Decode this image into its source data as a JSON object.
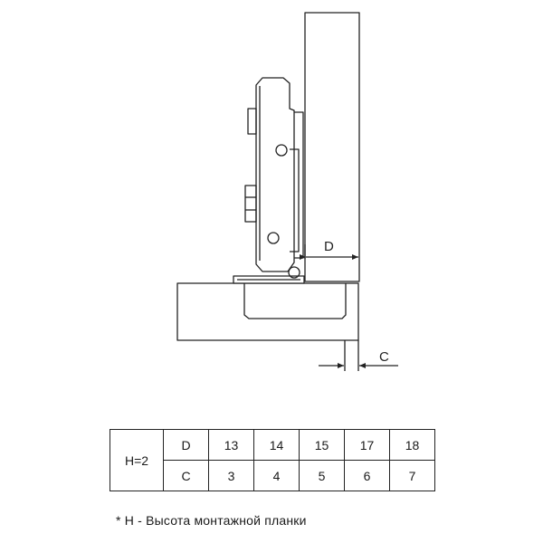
{
  "drawing": {
    "dim_d_label": "D",
    "dim_c_label": "C"
  },
  "table": {
    "h_label": "H=2",
    "rows": [
      {
        "label": "D",
        "values": [
          "13",
          "14",
          "15",
          "17",
          "18"
        ]
      },
      {
        "label": "C",
        "values": [
          "3",
          "4",
          "5",
          "6",
          "7"
        ]
      }
    ]
  },
  "footnote": "* H - Высота монтажной планки"
}
